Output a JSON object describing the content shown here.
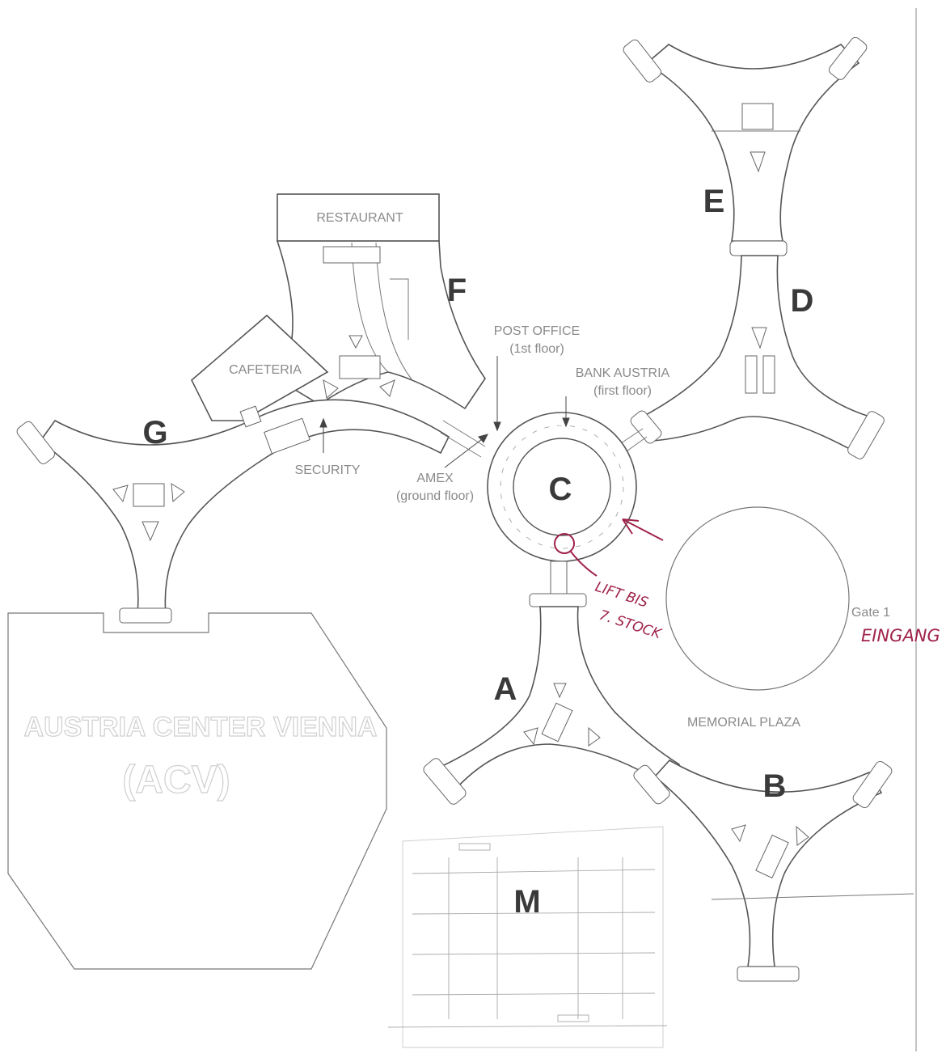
{
  "buildings": {
    "a": "A",
    "b": "B",
    "c": "C",
    "d": "D",
    "e": "E",
    "f": "F",
    "g": "G",
    "m": "M"
  },
  "labels": {
    "restaurant": "RESTAURANT",
    "cafeteria": "CAFETERIA",
    "security": "SECURITY",
    "post_office": "POST OFFICE",
    "post_office_floor": "(1st floor)",
    "bank_austria": "BANK AUSTRIA",
    "bank_austria_floor": "(first floor)",
    "amex": "AMEX",
    "amex_floor": "(ground floor)",
    "gate": "Gate 1",
    "memorial_plaza": "MEMORIAL PLAZA",
    "acv_name": "AUSTRIA CENTER VIENNA",
    "acv_abbr": "(ACV)"
  },
  "handwritten": {
    "lift_line1": "LIFT BIS",
    "lift_line2": "7. STOCK",
    "entrance": "EINGANG",
    "ink_color": "#a0234a"
  }
}
